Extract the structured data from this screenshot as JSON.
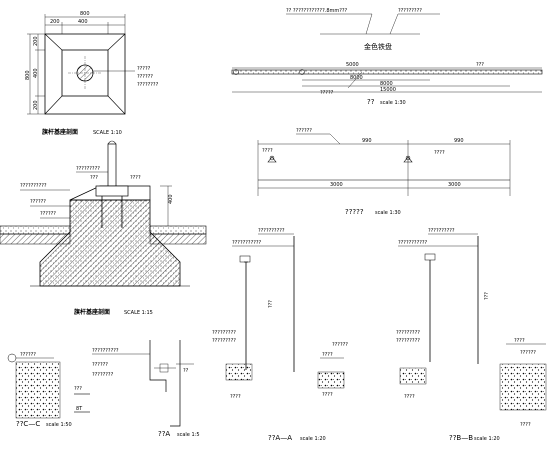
{
  "drawing": {
    "top_plan": {
      "dims_top": [
        "800",
        "400",
        "200"
      ],
      "dims_side": [
        "200",
        "400",
        "200",
        "800"
      ],
      "title": "旗杆基座剖面",
      "scale": "SCALE 1:10"
    },
    "elevation": {
      "callout": "?????????",
      "marks": [
        "???",
        "????"
      ],
      "title": "旗杆基座剖面",
      "scale": "SCALE 1:15"
    },
    "top_right_section": {
      "label": "?? ????????????.8mm???",
      "label2": "金色铁盘",
      "dims": [
        "5000",
        "8000",
        "8000",
        "15000"
      ],
      "title": "??",
      "scale": "scale 1:30"
    },
    "mid_right_plan": {
      "dims": [
        "990",
        "990",
        "3000",
        "3000"
      ],
      "title": "?????",
      "scale": "scale 1:30"
    },
    "section_aa": {
      "title": "??A—A",
      "scale": "scale 1:20"
    },
    "section_bb": {
      "title": "??B—B",
      "scale": "scale 1:20"
    },
    "section_cc": {
      "title": "??C—C",
      "scale": "scale 1:50"
    },
    "detail_a": {
      "title": "??A",
      "scale": "scale 1:5"
    }
  }
}
